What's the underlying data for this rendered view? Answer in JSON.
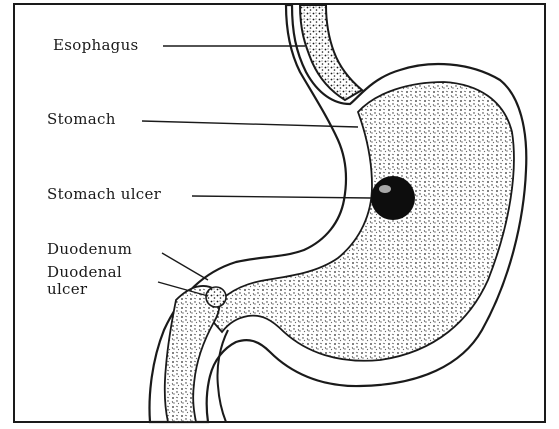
{
  "labels": {
    "esophagus": "Esophagus",
    "stomach": "Stomach",
    "stomach_ulcer": "Stomach ulcer",
    "duodenum": "Duodenum",
    "duodenal_ulcer": "Duodenal\nulcer"
  },
  "colors": {
    "ink": "#1a1a1a",
    "paper": "#ffffff",
    "ulcer": "#0d0d0d"
  }
}
